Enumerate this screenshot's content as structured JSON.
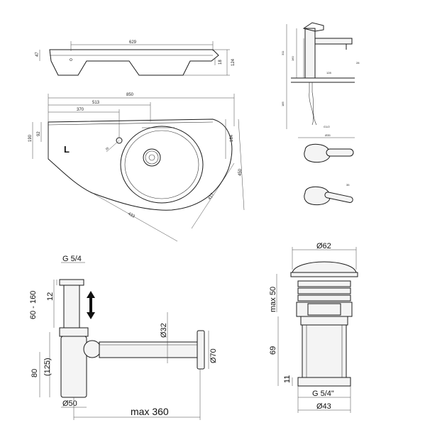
{
  "basin_top": {
    "dim_width_629": "629",
    "dim_height_47": "47",
    "dim_18": "18",
    "dim_124": "124"
  },
  "basin_plan": {
    "dim_850": "850",
    "dim_513": "513",
    "dim_370": "370",
    "dim_190": "190",
    "dim_92": "92",
    "dim_35": "35",
    "dim_184": "184",
    "dim_450": "450",
    "dim_417": "417",
    "dim_433": "433",
    "side_label": "L"
  },
  "faucet": {
    "dim_311": "311",
    "dim_160": "160",
    "dim_128": "128",
    "dim_185": "185",
    "dim_35": "35",
    "dim_28": "28",
    "dim_g12": "G1/2",
    "dim_fi": "Ø35"
  },
  "siphon": {
    "dim_top": "G 5/4",
    "dim_range": "60 - 160",
    "dim_12": "12",
    "dim_125": "(125)",
    "dim_80": "80",
    "dim_d32": "Ø32",
    "dim_d70": "Ø70",
    "dim_d50": "Ø50",
    "dim_max360": "max 360"
  },
  "valve": {
    "dim_d62": "Ø62",
    "dim_max50": "max 50",
    "dim_69": "69",
    "dim_11": "11",
    "dim_g54": "G 5/4\"",
    "dim_d43": "Ø43"
  }
}
